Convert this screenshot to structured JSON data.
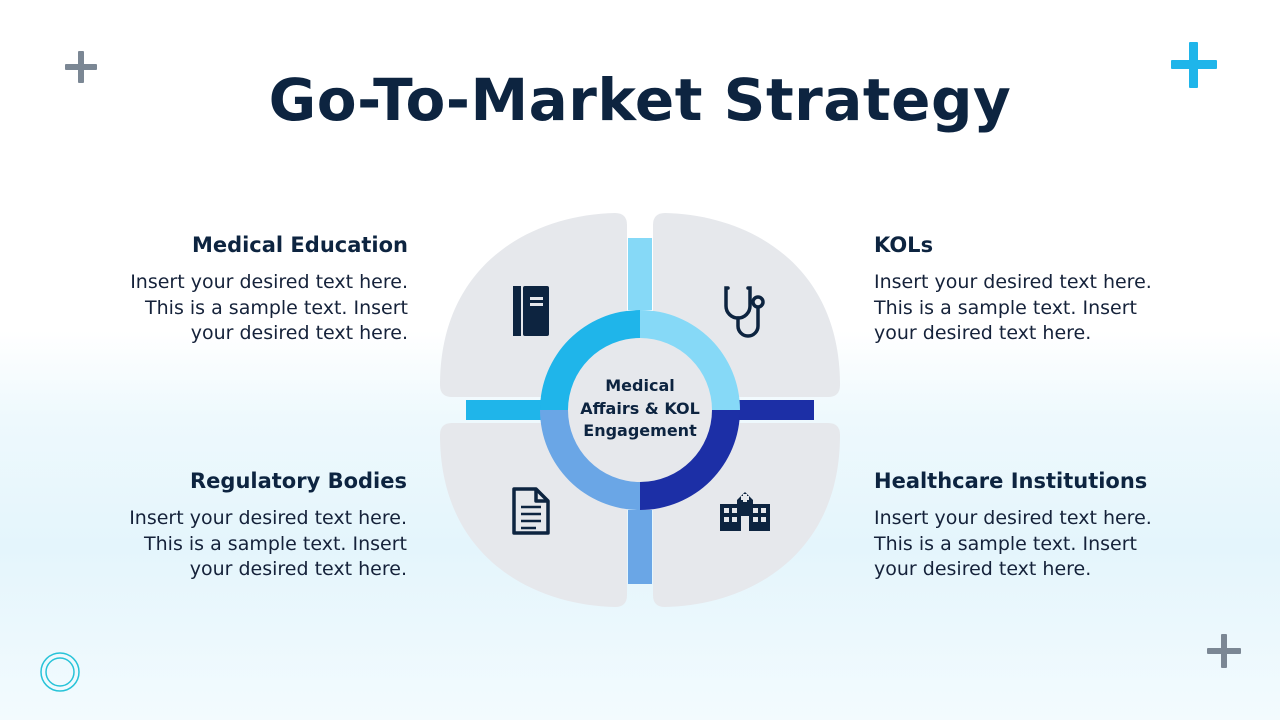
{
  "title": "Go-To-Market Strategy",
  "center_label_lines": [
    "Medical",
    "Affairs & KOL",
    "Engagement"
  ],
  "sections": {
    "top_left": {
      "heading": "Medical Education",
      "lines": [
        "Insert your desired text here.",
        "This is a sample text. Insert",
        "your desired text here."
      ],
      "icon": "book-icon"
    },
    "top_right": {
      "heading": "KOLs",
      "lines": [
        "Insert your desired text here.",
        "This is a sample text. Insert",
        "your desired text here."
      ],
      "icon": "stethoscope-icon"
    },
    "bottom_left": {
      "heading": "Regulatory Bodies",
      "lines": [
        "Insert your desired text here.",
        "This is a sample text. Insert",
        "your desired text here."
      ],
      "icon": "document-icon"
    },
    "bottom_right": {
      "heading": "Healthcare Institutions",
      "lines": [
        "Insert your desired text here.",
        "This is a sample text. Insert",
        "your desired text here."
      ],
      "icon": "hospital-icon"
    }
  },
  "colors": {
    "navy": "#0d2440",
    "petal": "#e6e8ec",
    "sky": "#1fb5ea",
    "light_sky": "#86d9f7",
    "royal": "#1c2fa6",
    "periwinkle": "#6aa6e6",
    "deco_gray": "#7b8794"
  }
}
